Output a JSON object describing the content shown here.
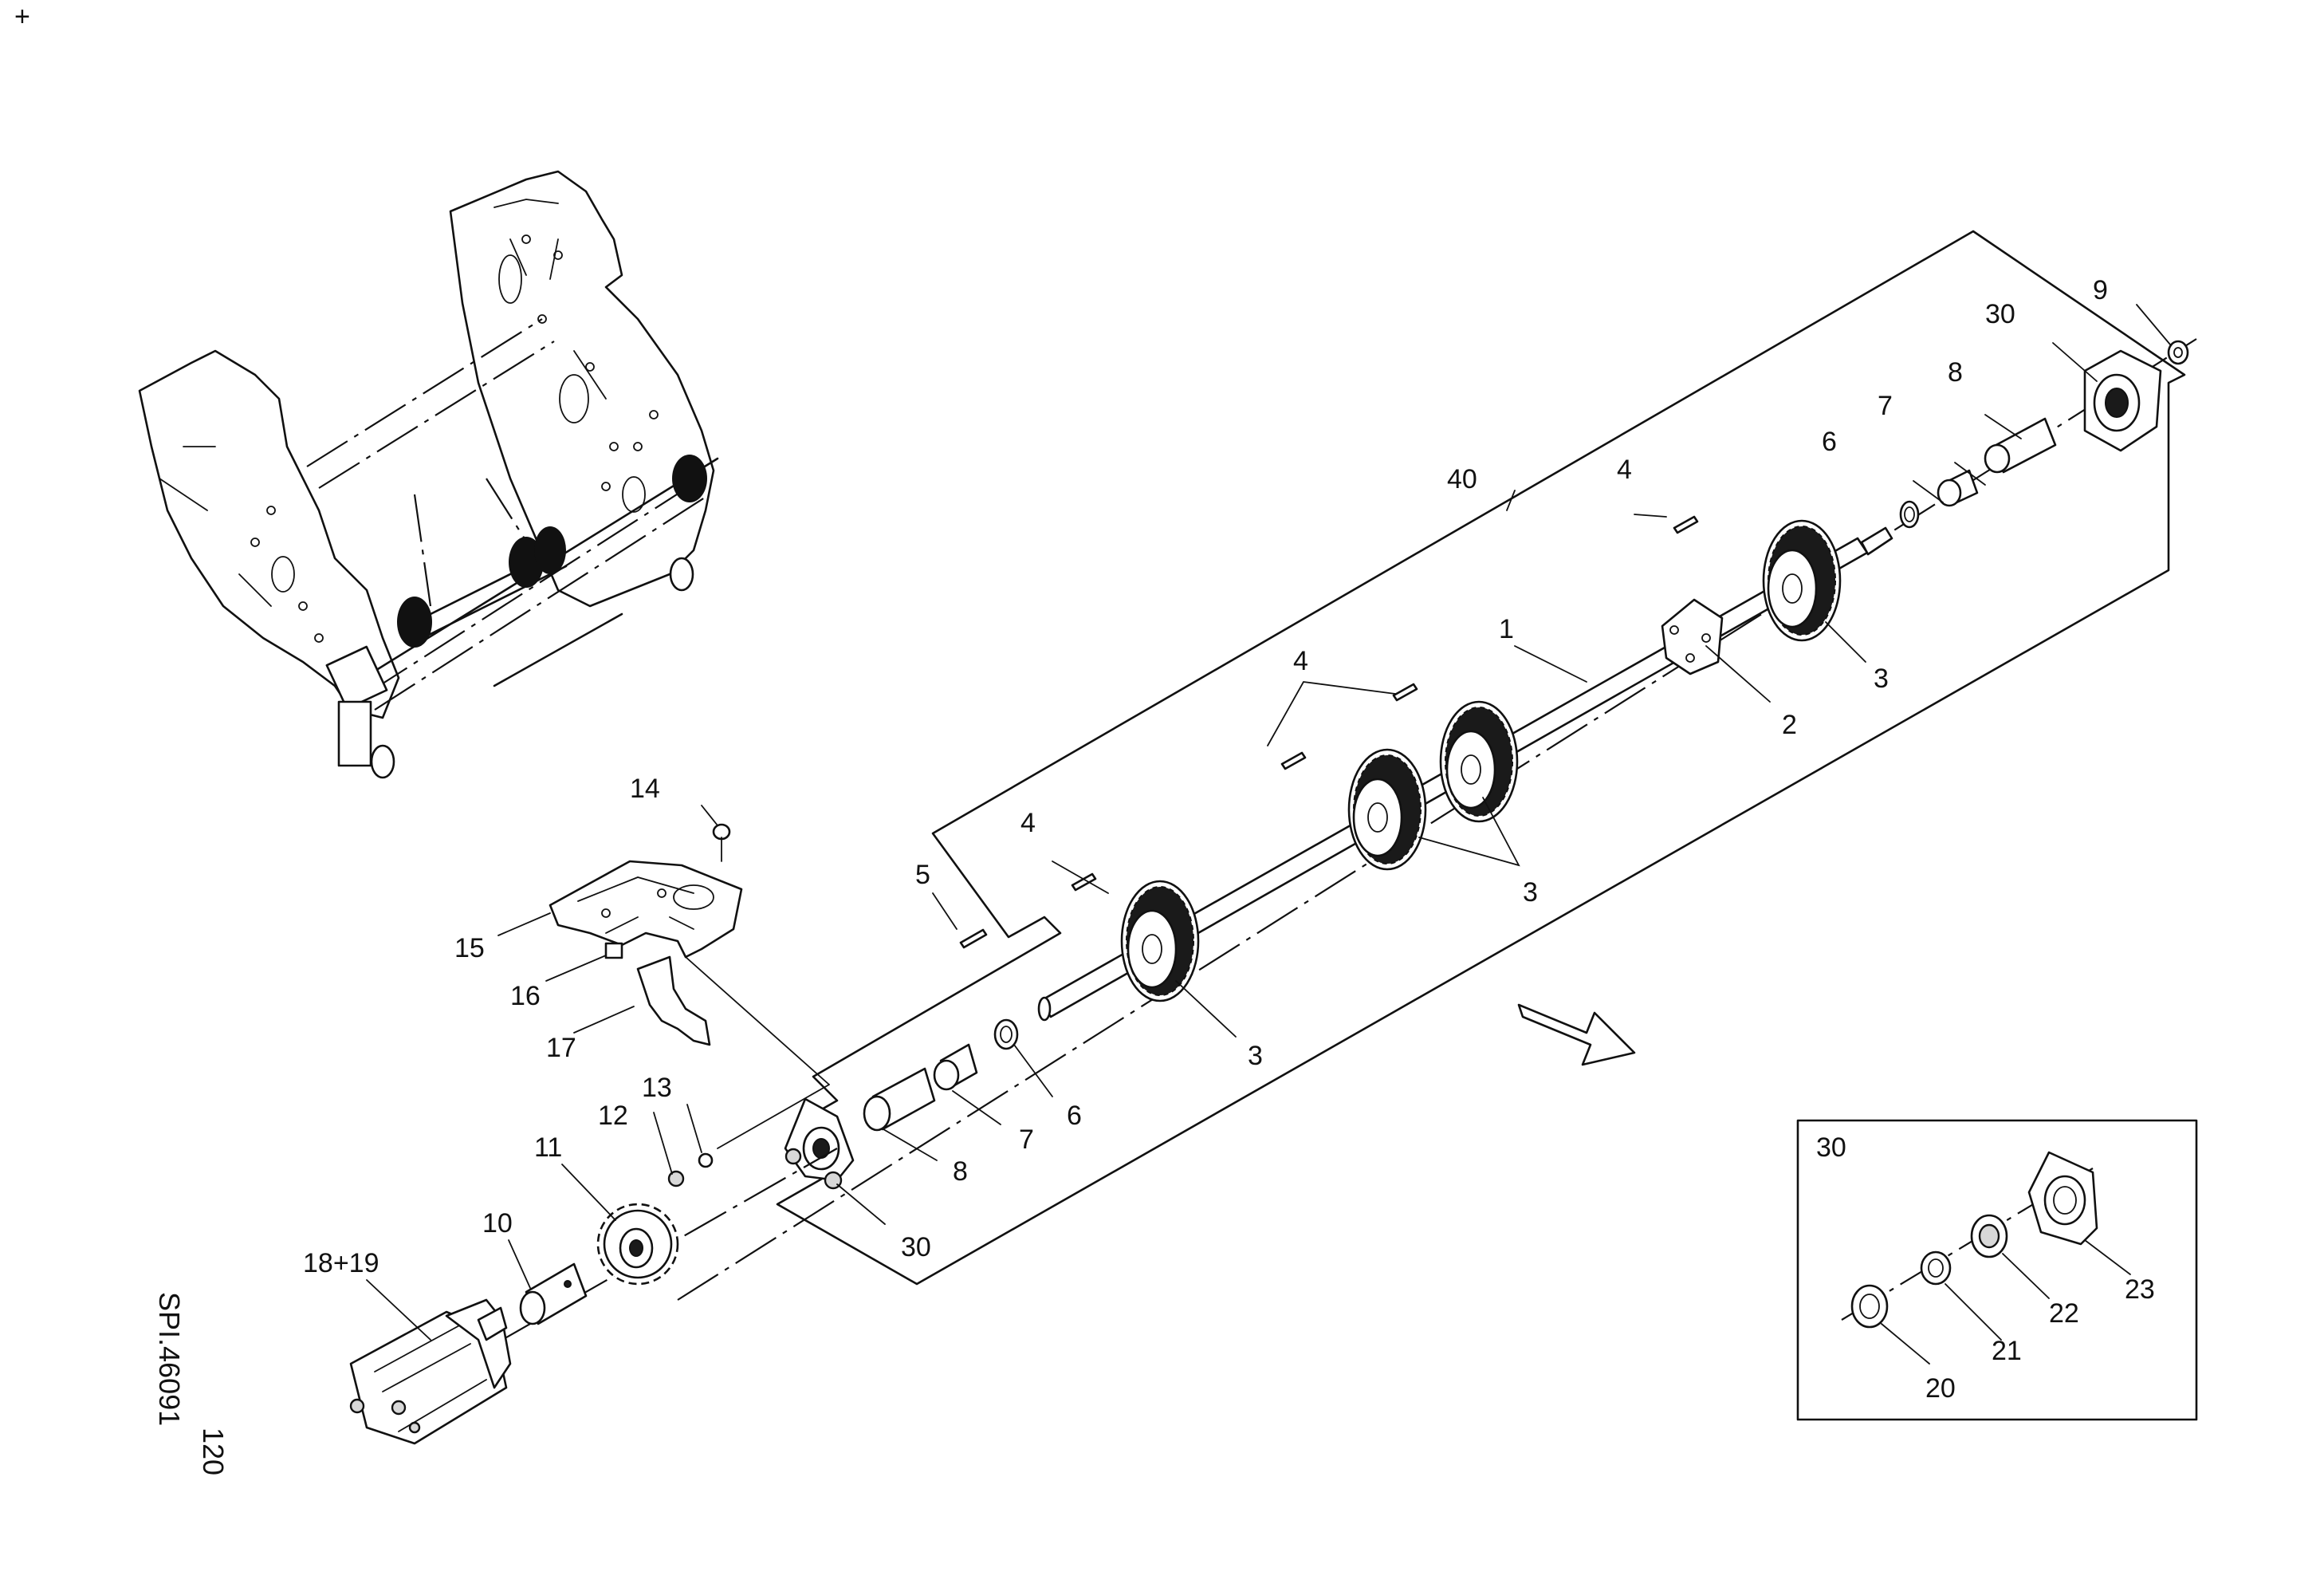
{
  "callouts": {
    "c1": "1",
    "c2": "2",
    "c3a": "3",
    "c3b": "3",
    "c3c": "3",
    "c4a": "4",
    "c4b": "4",
    "c4c": "4",
    "c5": "5",
    "c6a": "6",
    "c6b": "6",
    "c7a": "7",
    "c7b": "7",
    "c8a": "8",
    "c8b": "8",
    "c9": "9",
    "c10": "10",
    "c11": "11",
    "c12": "12",
    "c13": "13",
    "c14": "14",
    "c15": "15",
    "c16": "16",
    "c17": "17",
    "c18_19": "18+19",
    "c30a": "30",
    "c30b": "30",
    "c40": "40"
  },
  "inset": {
    "title": "30",
    "c20": "20",
    "c21": "21",
    "c22": "22",
    "c23": "23"
  },
  "reference": {
    "page": "120",
    "code": "SPI.46091"
  },
  "markers": {
    "corner_mark": "+"
  }
}
